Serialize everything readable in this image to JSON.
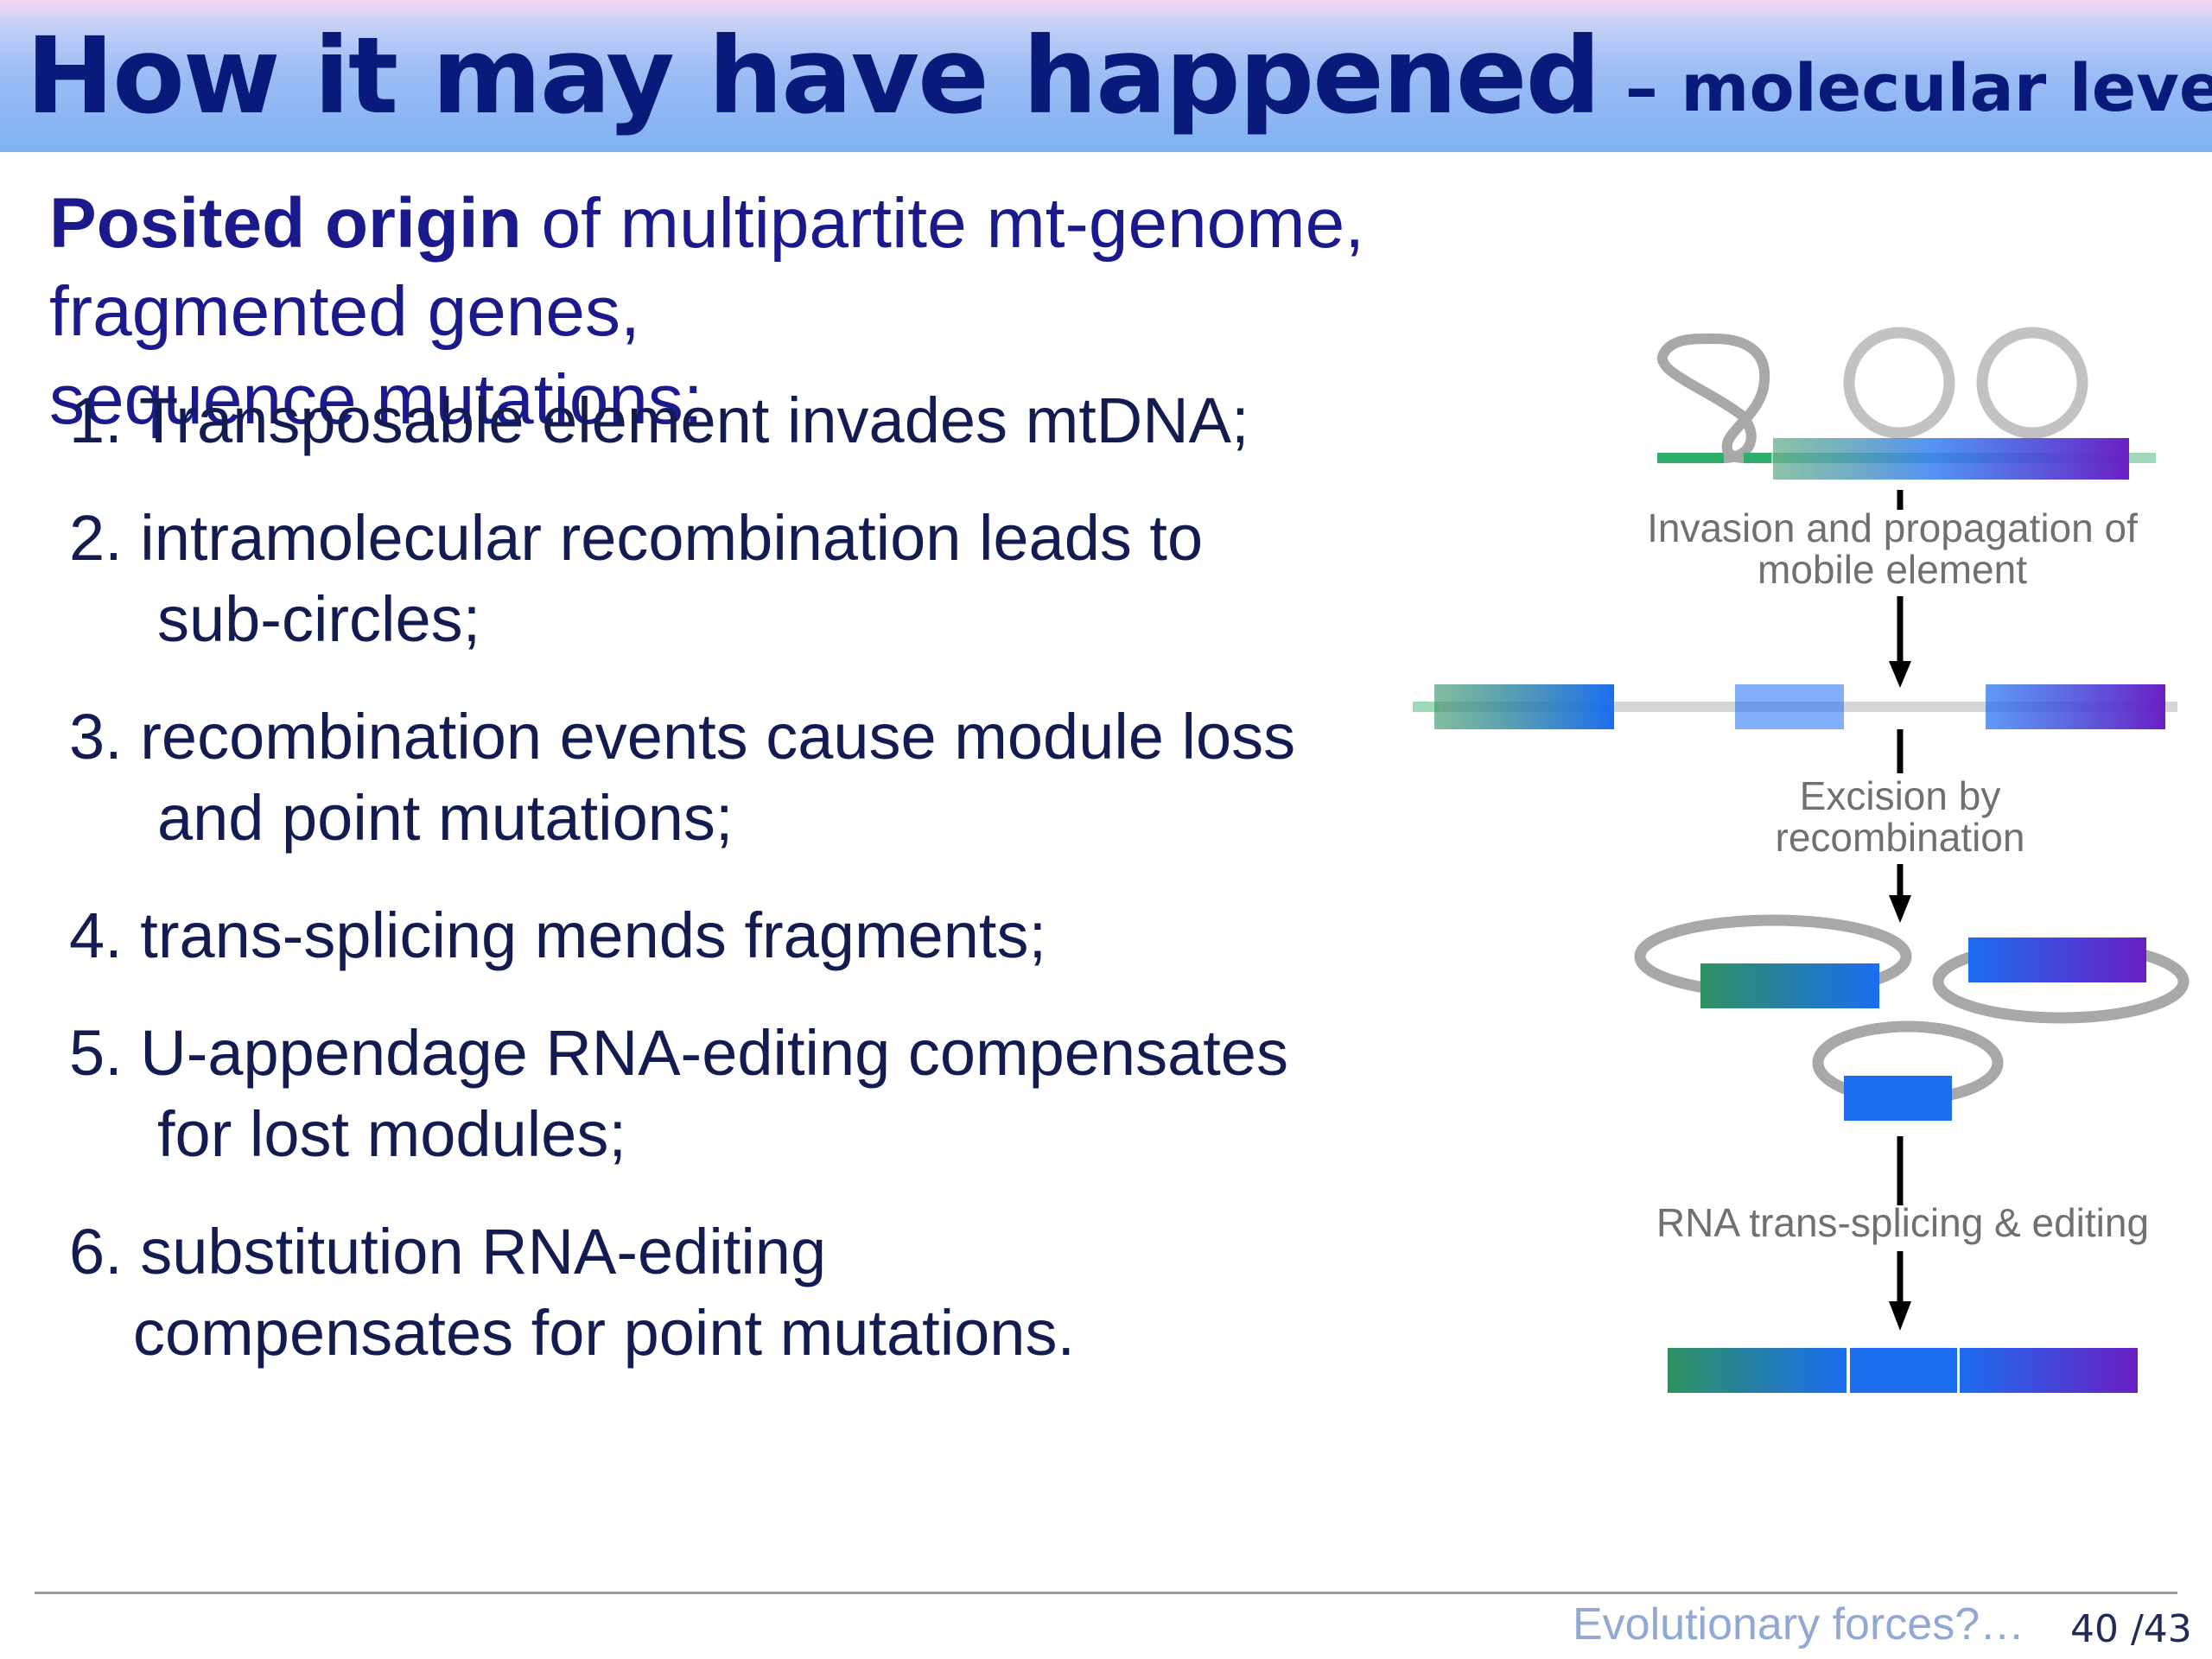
{
  "header": {
    "title_main": "How it may have happened",
    "title_sub": "– molecular level"
  },
  "intro": {
    "bold": "Posited origin",
    "text_line1": " of multipartite mt-genome, fragmented genes,",
    "text_line2": "sequence mutations:"
  },
  "steps": [
    {
      "lines": [
        "1. Transposable element invades mtDNA;"
      ]
    },
    {
      "lines": [
        "2. intramolecular recombination leads to",
        "sub-circles;"
      ]
    },
    {
      "lines": [
        "3. recombination events cause module loss",
        "and point mutations;"
      ]
    },
    {
      "lines": [
        "4. trans-splicing mends fragments;"
      ]
    },
    {
      "lines": [
        "5. U-appendage RNA-editing compensates",
        "for lost modules;"
      ]
    },
    {
      "lines": [
        "6. substitution RNA-editing",
        "compensates for point mutations."
      ]
    }
  ],
  "diagram": {
    "label_invasion_1": "Invasion and propagation of",
    "label_invasion_2": "mobile element",
    "label_excision_1": "Excision by",
    "label_excision_2": "recombination",
    "label_splicing": "RNA trans-splicing & editing",
    "colors": {
      "green": "#2e9160",
      "blue": "#1c6df0",
      "violet": "#6a1fc2",
      "ring_gray": "#a8a8a8",
      "line_gray": "#d6d6d6",
      "arrow": "#000000"
    }
  },
  "footer": {
    "section": "Evolutionary forces?…",
    "page": "40 /43"
  }
}
